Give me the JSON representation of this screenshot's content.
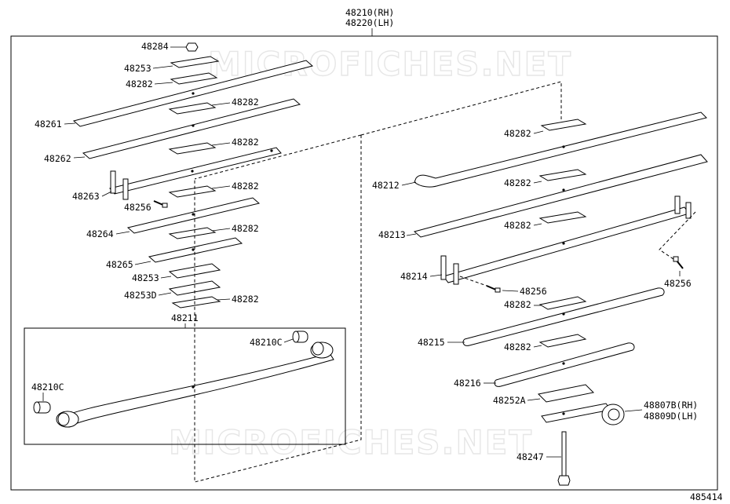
{
  "diagram": {
    "header_part_rh": "48210(RH)",
    "header_part_lh": "48220(LH)",
    "watermark_top": "MICROFICHES.NET",
    "watermark_bottom": "MICROFICHES.NET",
    "figure_number": "485414"
  },
  "labels": {
    "p48284": "48284",
    "p48253_a": "48253",
    "p48282_a": "48282",
    "p48282_b": "48282",
    "p48261": "48261",
    "p48282_c": "48282",
    "p48262": "48262",
    "p48282_d": "48282",
    "p48263": "48263",
    "p48256_a": "48256",
    "p48282_e": "48282",
    "p48264": "48264",
    "p48265": "48265",
    "p48253_b": "48253",
    "p48253D": "48253D",
    "p48282_f": "48282",
    "p48211": "48211",
    "p48210C_a": "48210C",
    "p48210C_b": "48210C",
    "p48282_r1": "48282",
    "p48212": "48212",
    "p48282_r2": "48282",
    "p48213": "48213",
    "p48282_r3": "48282",
    "p48214": "48214",
    "p48256_b": "48256",
    "p48256_c": "48256",
    "p48282_r4": "48282",
    "p48215": "48215",
    "p48282_r5": "48282",
    "p48216": "48216",
    "p48252A": "48252A",
    "p48807B": "48807B(RH)",
    "p48809D": "48809D(LH)",
    "p48247": "48247"
  }
}
